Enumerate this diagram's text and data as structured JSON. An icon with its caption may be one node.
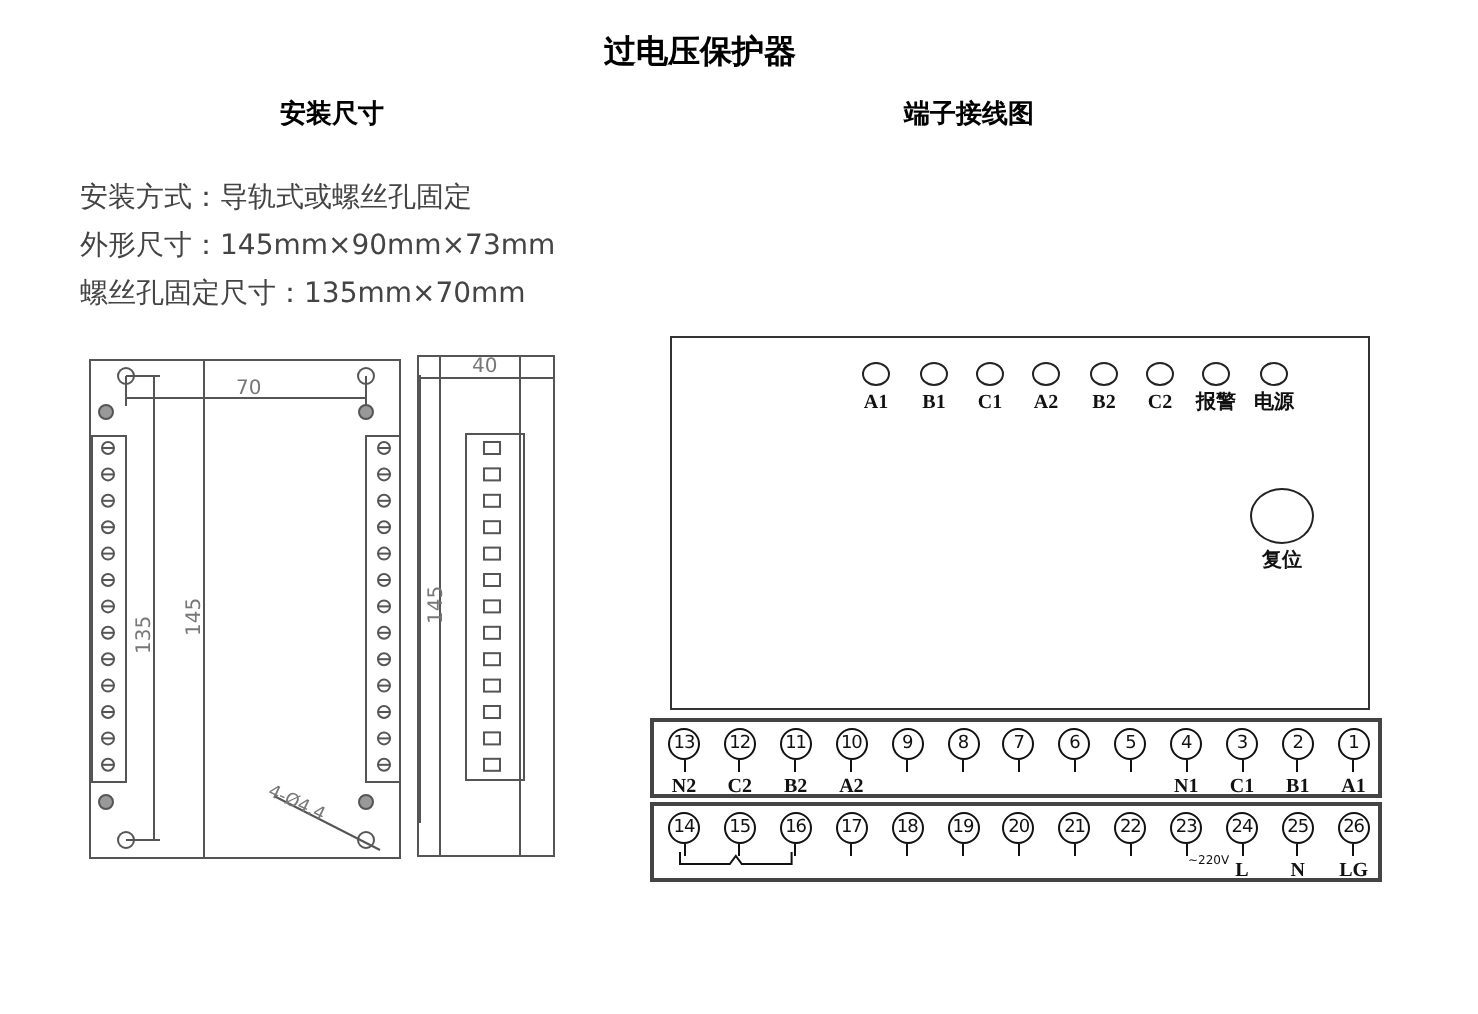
{
  "diagram": {
    "title": "过电压保护器",
    "nodes": [
      {
        "text": [],
        "shape": "box"
      },
      {
        "text": [],
        "shape": "circle",
        "in": 0,
        "beside": [
          "A1"
        ]
      },
      {
        "text": [],
        "shape": "circle",
        "in": 0,
        "beside": [
          "B1"
        ]
      },
      {
        "text": [],
        "shape": "circle",
        "in": 0,
        "beside": [
          "C1"
        ]
      },
      {
        "text": [],
        "shape": "circle",
        "in": 0,
        "beside": [
          "A2"
        ]
      },
      {
        "text": [],
        "shape": "circle",
        "in": 0,
        "beside": [
          "B2"
        ]
      },
      {
        "text": [],
        "shape": "circle",
        "in": 0,
        "beside": [
          "C2"
        ]
      },
      {
        "text": [],
        "shape": "circle",
        "in": 0,
        "beside": [
          "报警"
        ]
      },
      {
        "text": [],
        "shape": "circle",
        "in": 0,
        "beside": [
          "电源"
        ]
      },
      {
        "text": [],
        "shape": "circle",
        "in": 0,
        "beside": [
          "复位"
        ]
      },
      {
        "text": [],
        "shape": "bar"
      },
      {
        "text": [
          "13"
        ],
        "in": 10,
        "beside": [
          "N2"
        ]
      },
      {
        "text": [
          "12"
        ],
        "in": 10,
        "beside": [
          "C2"
        ]
      },
      {
        "text": [
          "11"
        ],
        "in": 10,
        "beside": [
          "B2"
        ]
      },
      {
        "text": [
          "10"
        ],
        "in": 10,
        "beside": [
          "A2"
        ]
      },
      {
        "text": [
          "9"
        ],
        "in": 10
      },
      {
        "text": [
          "8"
        ],
        "in": 10
      },
      {
        "text": [
          "7"
        ],
        "in": 10
      },
      {
        "text": [
          "6"
        ],
        "in": 10
      },
      {
        "text": [
          "5"
        ],
        "in": 10
      },
      {
        "text": [
          "4"
        ],
        "in": 10,
        "beside": [
          "N1"
        ]
      },
      {
        "text": [
          "3"
        ],
        "in": 10,
        "beside": [
          "C1"
        ]
      },
      {
        "text": [
          "2"
        ],
        "in": 10,
        "beside": [
          "B1"
        ]
      },
      {
        "text": [
          "1"
        ],
        "in": 10,
        "beside": [
          "A1"
        ]
      },
      {
        "text": [],
        "shape": "bar"
      },
      {
        "text": [
          "14"
        ],
        "in": 24
      },
      {
        "text": [
          "15"
        ],
        "in": 24
      },
      {
        "text": [
          "16"
        ],
        "in": 24
      },
      {
        "text": [
          "17"
        ],
        "in": 24
      },
      {
        "text": [
          "18"
        ],
        "in": 24
      },
      {
        "text": [
          "19"
        ],
        "in": 24
      },
      {
        "text": [
          "20"
        ],
        "in": 24
      },
      {
        "text": [
          "21"
        ],
        "in": 24
      },
      {
        "text": [
          "22"
        ],
        "in": 24
      },
      {
        "text": [
          "23"
        ],
        "in": 24
      },
      {
        "text": [
          "24"
        ],
        "in": 24,
        "beside": [
          "L"
        ]
      },
      {
        "text": [
          "25"
        ],
        "in": 24,
        "beside": [
          "N"
        ]
      },
      {
        "text": [
          "26"
        ],
        "in": 24,
        "beside": [
          "LG"
        ]
      }
    ],
    "edges": [
      {
        "from": 25,
        "to": 27,
        "arrow": "none"
      }
    ],
    "labels": [
      "安装尺寸",
      "端子接线图",
      "安装方式：导轨式或螺丝孔固定",
      "外形尺寸：145mm×90mm×73mm",
      "螺丝孔固定尺寸：135mm×70mm",
      "70",
      "145",
      "135",
      "4-Ø4.4",
      "40",
      "145",
      "~220V"
    ]
  }
}
